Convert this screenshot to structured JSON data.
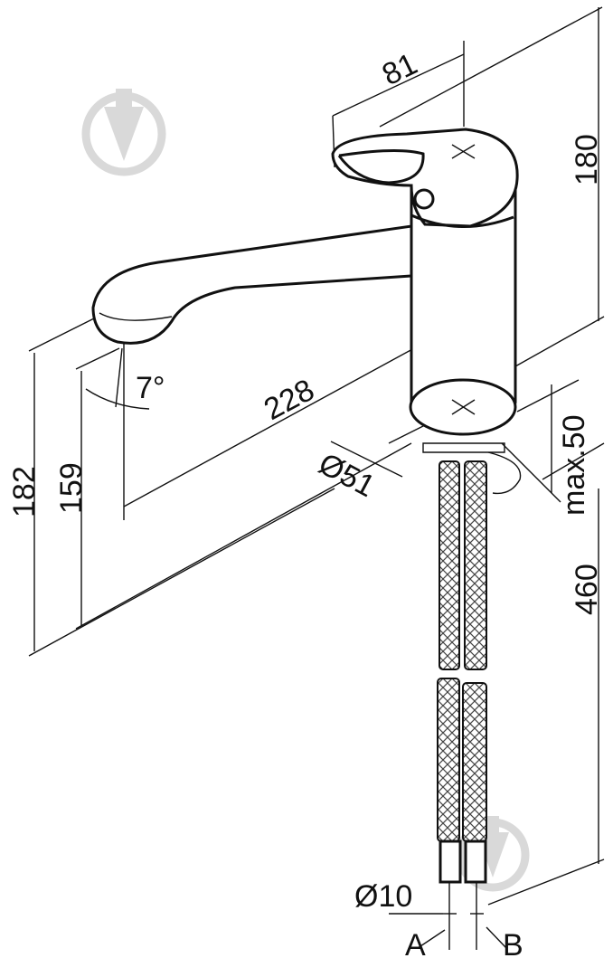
{
  "dimensions": {
    "d81": "81",
    "d180": "180",
    "d228": "228",
    "d182": "182",
    "d159": "159",
    "d460": "460",
    "angle": "7°",
    "dia51": "Ø51",
    "max50": "max.50",
    "dia10": "Ø10"
  },
  "labels": {
    "a": "A",
    "b": "B"
  },
  "colors": {
    "line": "#111111",
    "watermark": "#d9d9d9"
  }
}
